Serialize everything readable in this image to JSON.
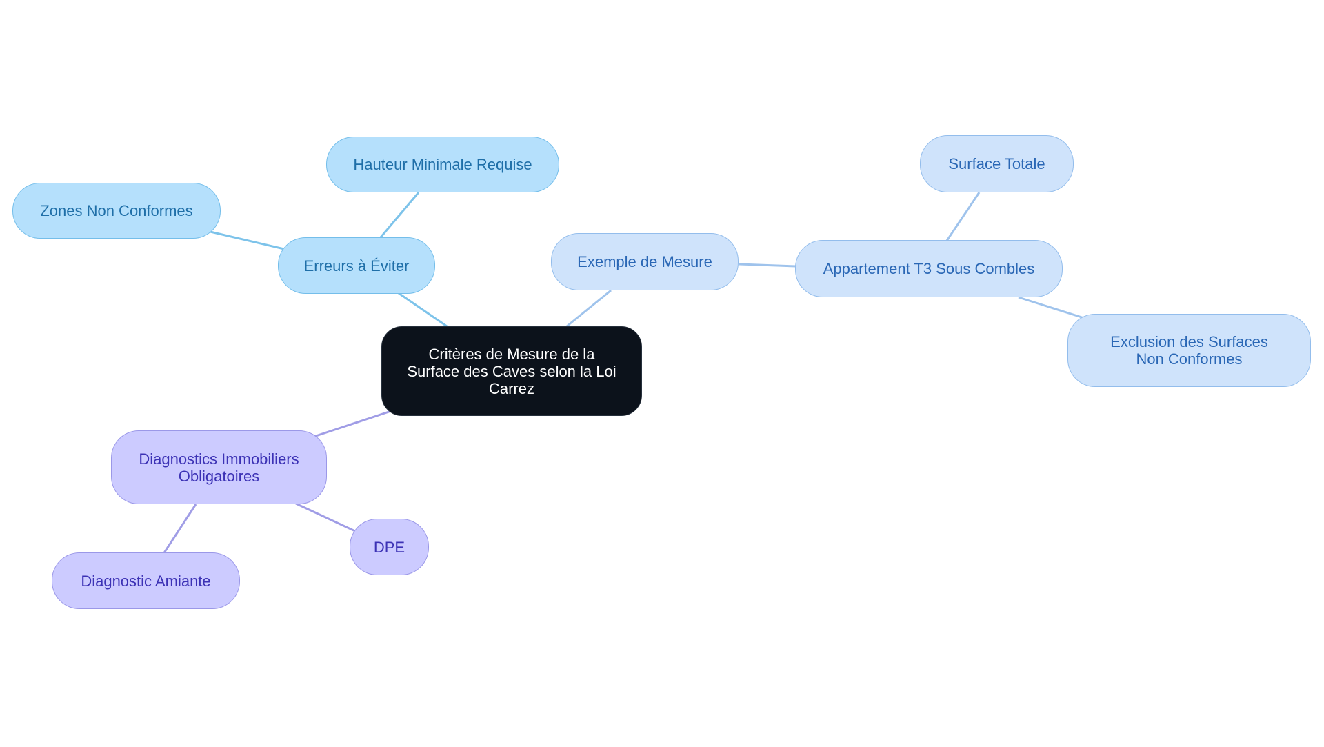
{
  "colors": {
    "root_bg": "#0c121b",
    "root_text": "#ffffff",
    "sky_fill": "#b5e0fc",
    "sky_line": "#7dc3ea",
    "blue_fill": "#cfe3fb",
    "blue_line": "#9fc3ec",
    "violet_fill": "#cccbff",
    "violet_line": "#a09de6"
  },
  "root": {
    "label": "Critères de Mesure de la Surface des Caves selon la Loi Carrez"
  },
  "branches": {
    "errors": {
      "label": "Erreurs à Éviter",
      "children": [
        {
          "label": "Hauteur Minimale Requise"
        },
        {
          "label": "Zones Non Conformes"
        }
      ]
    },
    "example": {
      "label": "Exemple de Mesure",
      "child": {
        "label": "Appartement T3 Sous Combles",
        "children": [
          {
            "label": "Surface Totale"
          },
          {
            "label": "Exclusion des Surfaces Non Conformes"
          }
        ]
      }
    },
    "diagnostics": {
      "label": "Diagnostics Immobiliers Obligatoires",
      "children": [
        {
          "label": "DPE"
        },
        {
          "label": "Diagnostic Amiante"
        }
      ]
    }
  }
}
